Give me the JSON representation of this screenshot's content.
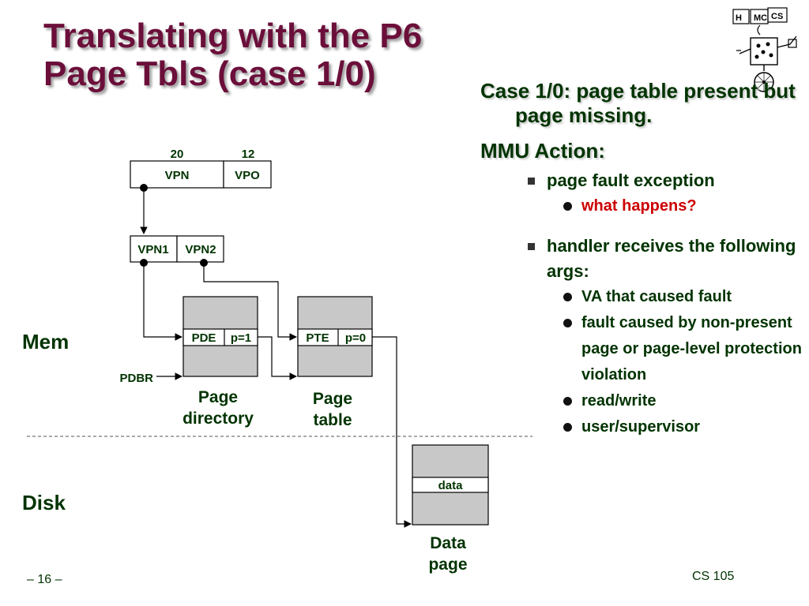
{
  "title": "Translating with the P6 Page Tbls (case 1/0)",
  "case_text": "Case 1/0: page table present but page missing.",
  "mmu_heading": "MMU Action:",
  "bullets": [
    {
      "text": "page fault exception",
      "sub": [
        "what happens?"
      ]
    },
    {
      "text": "handler receives the following args:",
      "sub": [
        "VA that caused fault",
        "fault caused by non-present page or page-level protection violation",
        "read/write",
        "user/supervisor"
      ]
    }
  ],
  "diagram": {
    "bits_vpn": "20",
    "bits_vpo": "12",
    "vpn": "VPN",
    "vpo": "VPO",
    "vpn1": "VPN1",
    "vpn2": "VPN2",
    "pde": "PDE",
    "pde_flag": "p=1",
    "pte": "PTE",
    "pte_flag": "p=0",
    "pdbr": "PDBR",
    "page_directory_l1": "Page",
    "page_directory_l2": "directory",
    "page_table_l1": "Page",
    "page_table_l2": "table",
    "data": "data",
    "data_page_l1": "Data",
    "data_page_l2": "page",
    "mem": "Mem",
    "disk": "Disk"
  },
  "footer": {
    "left": "– 16 –",
    "right": "CS 105"
  },
  "logo_text": "HMC CS",
  "colors": {
    "title": "#6b0f3a",
    "text": "#003300",
    "highlight": "#cc0000",
    "box_fill": "#c8c8c8"
  }
}
